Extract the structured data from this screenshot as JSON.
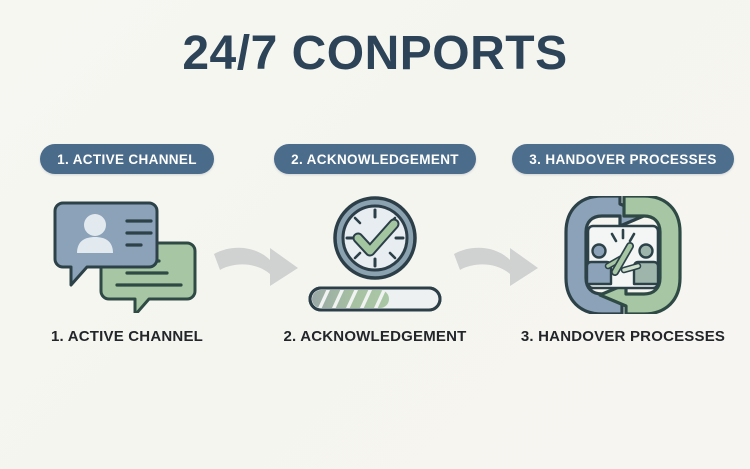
{
  "page": {
    "title": "24/7 CONPORTS",
    "background_color": "#f6f6f1",
    "title_color": "#2c4358",
    "badge_color": "#4a6b8a",
    "caption_color": "#22262a",
    "accent_green": "#9cbf9a",
    "accent_blue_gray": "#8fa3b8",
    "arrow_color": "#cfd2d1"
  },
  "steps": [
    {
      "badge": "1. ACTIVE CHANNEL",
      "caption": "1. ACTIVE CHANNEL",
      "icon": "chat-bubbles-icon"
    },
    {
      "badge": "2. ACKNOWLEDGEMENT",
      "caption": "2. ACKNOWLEDGEMENT",
      "icon": "clock-check-progress-icon"
    },
    {
      "badge": "3. HANDOVER PROCESSES",
      "caption": "3. HANDOVER PROCESSES",
      "icon": "cycle-baton-handoff-icon"
    }
  ],
  "connectors": [
    {
      "icon": "curved-arrow-right-icon"
    },
    {
      "icon": "curved-arrow-right-icon"
    }
  ]
}
